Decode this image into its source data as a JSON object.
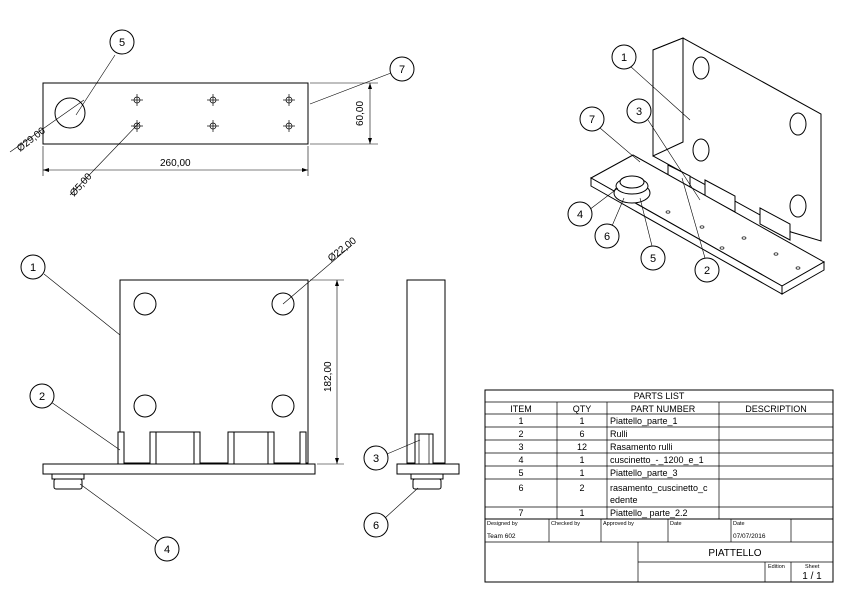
{
  "dimensions": {
    "hole_diameter_large": "Ø29,00",
    "length": "260,00",
    "height_top": "60,00",
    "hole_diameter_small": "Ø5,00",
    "hole_diameter_front": "Ø22,00",
    "height_front": "182,00"
  },
  "balloons": {
    "top_view": [
      "5",
      "7"
    ],
    "front_view": [
      "1",
      "2",
      "4"
    ],
    "side_view": [
      "3",
      "6"
    ],
    "iso_view": [
      "1",
      "3",
      "7",
      "4",
      "6",
      "5",
      "2"
    ]
  },
  "parts_list": {
    "title": "PARTS LIST",
    "headers": [
      "ITEM",
      "QTY",
      "PART NUMBER",
      "DESCRIPTION"
    ],
    "rows": [
      {
        "item": "1",
        "qty": "1",
        "part": "Piattello_parte_1",
        "desc": ""
      },
      {
        "item": "2",
        "qty": "6",
        "part": "Rulli",
        "desc": ""
      },
      {
        "item": "3",
        "qty": "12",
        "part": "Rasamento rulli",
        "desc": ""
      },
      {
        "item": "4",
        "qty": "1",
        "part": "cuscinetto_-_1200_e_1",
        "desc": ""
      },
      {
        "item": "5",
        "qty": "1",
        "part": "Piattello_parte_3",
        "desc": ""
      },
      {
        "item": "6",
        "qty": "2",
        "part_line1": "rasamento_cuscinetto_c",
        "part_line2": "edente",
        "desc": ""
      },
      {
        "item": "7",
        "qty": "1",
        "part": "Piattello_ parte_2.2",
        "desc": ""
      }
    ]
  },
  "title_block": {
    "designed_by_label": "Designed by",
    "designed_by": "Team 602",
    "checked_by_label": "Checked by",
    "approved_by_label": "Approved by",
    "date_label_1": "Date",
    "date_label_2": "Date",
    "date": "07/07/2016",
    "title": "PIATTELLO",
    "edition_label": "Edition",
    "sheet_label": "Sheet",
    "sheet": "1 / 1"
  }
}
